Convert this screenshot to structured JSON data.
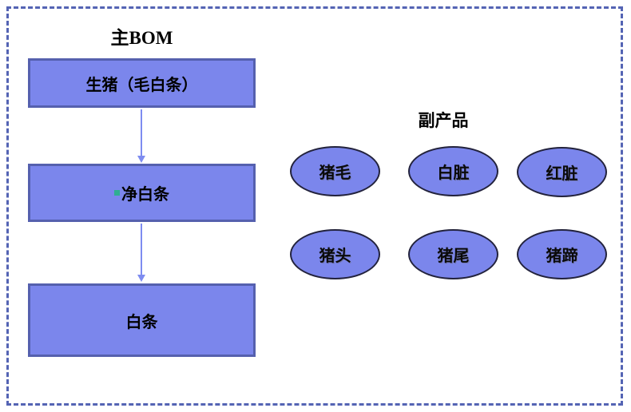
{
  "diagram": {
    "main_bom": {
      "title": "主BOM",
      "nodes": [
        {
          "label": "生猪（毛白条）"
        },
        {
          "label": "净白条",
          "bullet": true
        },
        {
          "label": "白条"
        }
      ]
    },
    "byproducts": {
      "title": "副产品",
      "items": [
        {
          "label": "猪毛"
        },
        {
          "label": "白脏"
        },
        {
          "label": "红脏"
        },
        {
          "label": "猪头"
        },
        {
          "label": "猪尾"
        },
        {
          "label": "猪蹄"
        }
      ]
    },
    "colors": {
      "shape_fill": "#7b86ec",
      "box_border": "#5560ae",
      "ellipse_border": "#23233d",
      "arrow": "#7e8cf0",
      "frame_border": "#5464b4",
      "bullet": "#2fae92",
      "background": "#ffffff"
    }
  }
}
